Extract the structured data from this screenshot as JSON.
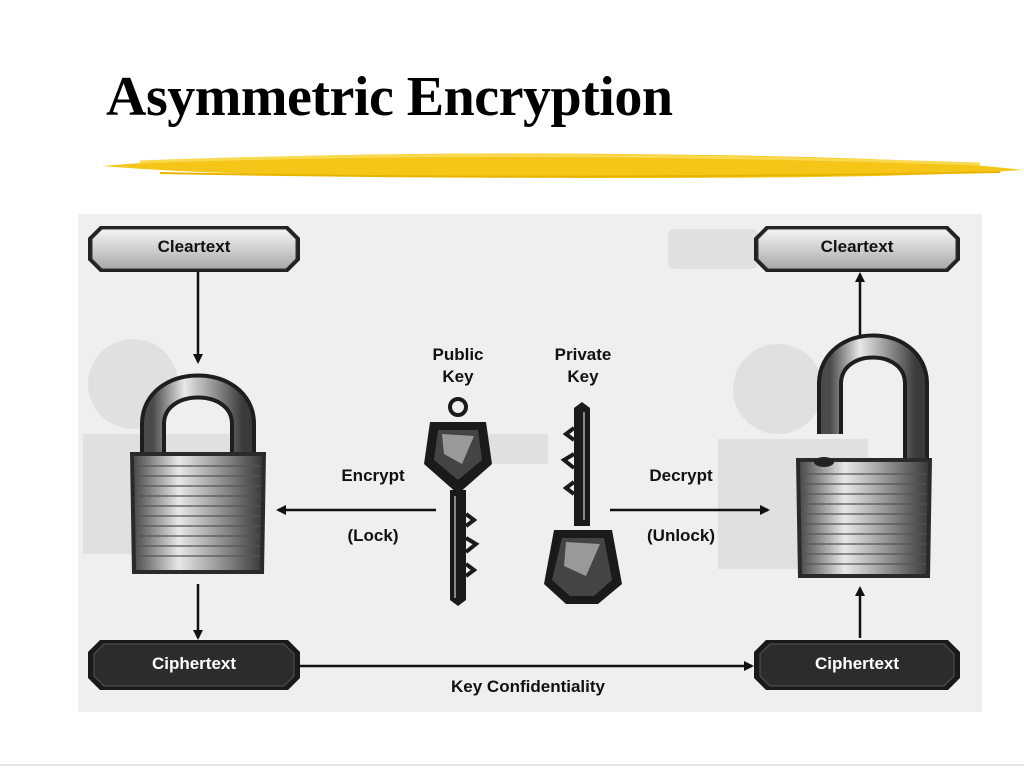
{
  "slide": {
    "title": "Asymmetric Encryption",
    "accent_color": "#f5c518"
  },
  "diagram": {
    "left_cleartext": "Cleartext",
    "right_cleartext": "Cleartext",
    "left_ciphertext": "Ciphertext",
    "right_ciphertext": "Ciphertext",
    "public_key_label": "Public\nKey",
    "private_key_label": "Private\nKey",
    "encrypt_label": "Encrypt",
    "lock_label": "(Lock)",
    "decrypt_label": "Decrypt",
    "unlock_label": "(Unlock)",
    "bottom_label": "Key Confidentiality",
    "icons": [
      "closed-padlock-icon",
      "open-padlock-icon",
      "public-key-icon",
      "private-key-icon"
    ]
  }
}
